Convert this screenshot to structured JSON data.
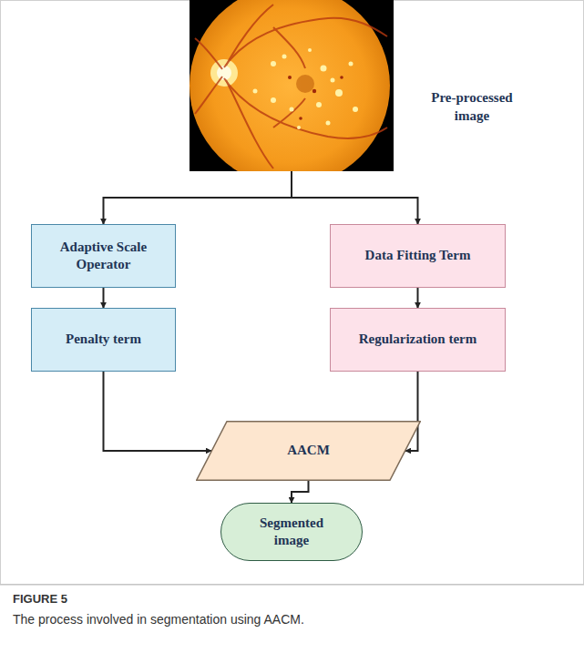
{
  "diagram": {
    "caption": "The process involved in segmentation using AACM.",
    "nodes": [
      {
        "text": [
          "Pre-processed image"
        ]
      },
      {
        "text": [
          "Adaptive Scale Operator"
        ]
      },
      {
        "text": [
          "Data Fitting Term"
        ]
      },
      {
        "text": [
          "Penalty term"
        ]
      },
      {
        "text": [
          "Regularization term"
        ]
      },
      {
        "text": [
          "AACM"
        ]
      },
      {
        "text": [
          "Segmented image"
        ]
      }
    ],
    "edges": [
      {
        "from": 0,
        "to": 1,
        "arrow": "to"
      },
      {
        "from": 0,
        "to": 2,
        "arrow": "to"
      },
      {
        "from": 1,
        "to": 3,
        "arrow": "to"
      },
      {
        "from": 2,
        "to": 4,
        "arrow": "to"
      },
      {
        "from": 3,
        "to": 5,
        "arrow": "to"
      },
      {
        "from": 4,
        "to": 5,
        "arrow": "to"
      },
      {
        "from": 5,
        "to": 6,
        "arrow": "to"
      }
    ],
    "labels": [
      "FIGURE 5"
    ]
  }
}
